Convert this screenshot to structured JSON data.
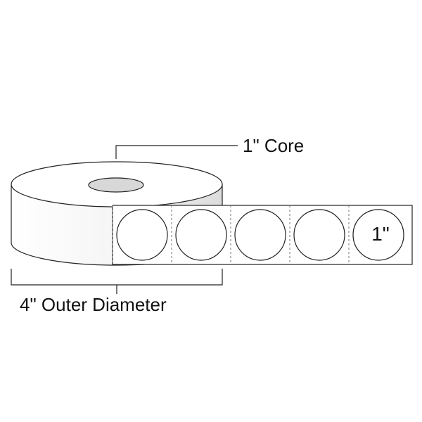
{
  "core_label": "1\" Core",
  "outer_diameter_label": "4\" Outer Diameter",
  "label_size": "1\"",
  "labels_shown": 5,
  "colors": {
    "outline": "#222222",
    "perforation": "#777777",
    "roll_fill": "#ffffff",
    "roll_shadow": "#dcdcdc"
  }
}
